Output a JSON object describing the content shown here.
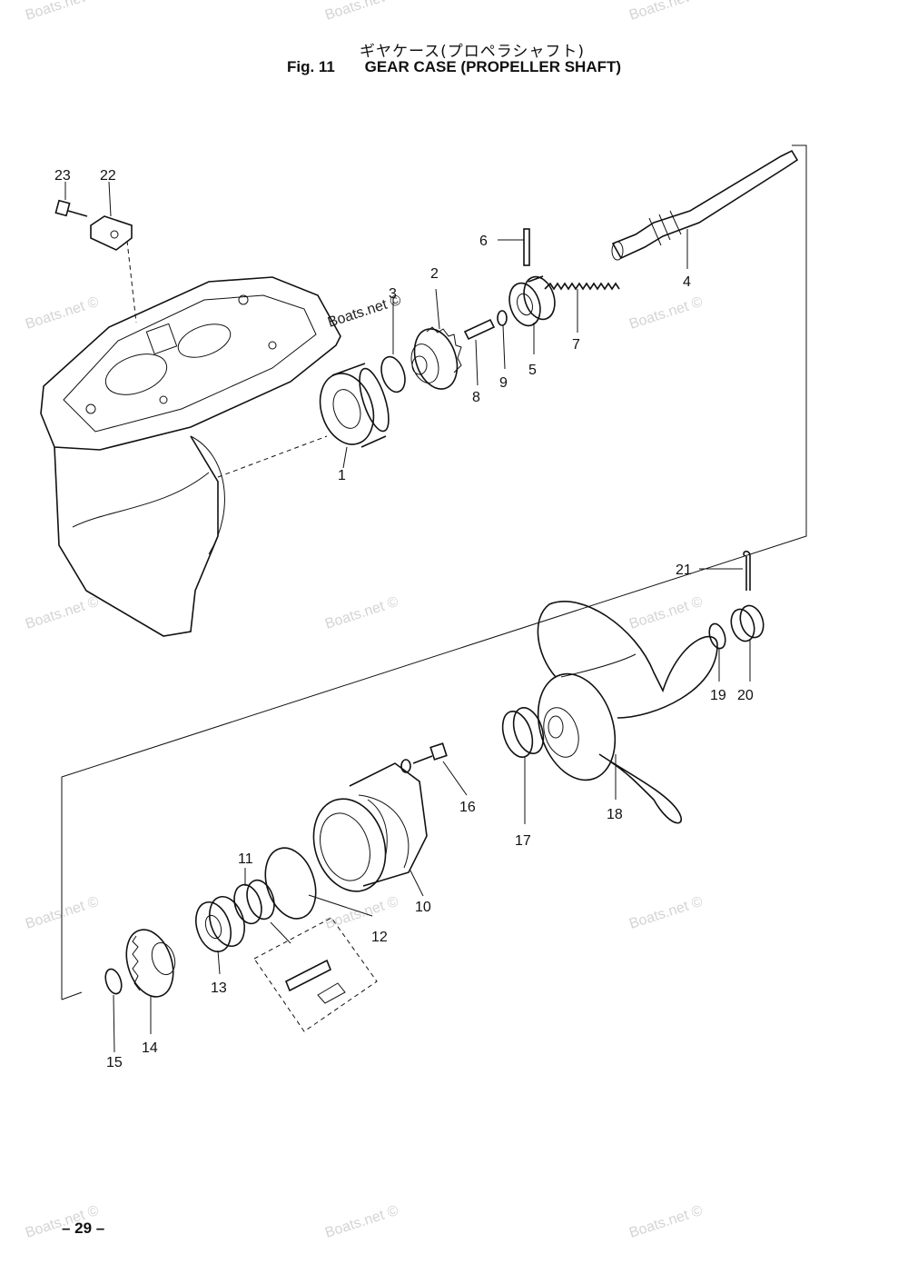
{
  "header": {
    "title_jp": "ギヤケース(プロペラシャフト)",
    "fig_label": "Fig. 11",
    "title_en": "GEAR CASE (PROPELLER SHAFT)"
  },
  "watermark": "Boats.net ©",
  "callouts": [
    "1",
    "2",
    "3",
    "4",
    "5",
    "6",
    "7",
    "8",
    "9",
    "10",
    "11",
    "12",
    "13",
    "14",
    "15",
    "16",
    "17",
    "18",
    "19",
    "20",
    "21",
    "22",
    "23"
  ],
  "footer": {
    "page": "– 29 –"
  }
}
